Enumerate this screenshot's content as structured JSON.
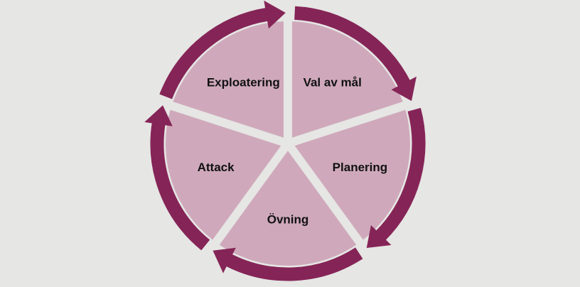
{
  "diagram": {
    "colors": {
      "background": "#e6e6e4",
      "segment_fill": "#cfa9bb",
      "arrow": "#852457"
    },
    "segments": [
      {
        "id": "val-av-mal",
        "label": "Val av mål"
      },
      {
        "id": "planering",
        "label": "Planering"
      },
      {
        "id": "ovning",
        "label": "Övning"
      },
      {
        "id": "attack",
        "label": "Attack"
      },
      {
        "id": "exploatering",
        "label": "Exploatering"
      }
    ]
  }
}
